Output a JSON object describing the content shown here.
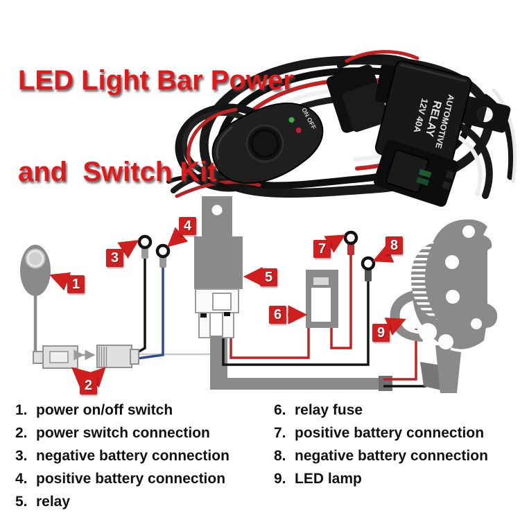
{
  "title": {
    "line1": "LED Light Bar Power",
    "line2": "and  Switch Kit"
  },
  "photo": {
    "relay": [
      "AUTOMOTIVE",
      "RELAY",
      "12V 40A"
    ],
    "switch_text": "ON OFF"
  },
  "diagram": {
    "callouts": [
      "1",
      "2",
      "3",
      "4",
      "5",
      "6",
      "7",
      "8",
      "9"
    ]
  },
  "legend": {
    "left": [
      {
        "num": "1.",
        "label": "power on/off switch"
      },
      {
        "num": "2.",
        "label": "power switch connection"
      },
      {
        "num": "3.",
        "label": "negative battery connection"
      },
      {
        "num": "4.",
        "label": "positive battery connection"
      },
      {
        "num": "5.",
        "label": "relay"
      }
    ],
    "right": [
      {
        "num": "6.",
        "label": "relay fuse"
      },
      {
        "num": "7.",
        "label": "positive battery connection"
      },
      {
        "num": "8.",
        "label": "negative battery connection"
      },
      {
        "num": "9.",
        "label": "LED lamp"
      }
    ]
  },
  "colors": {
    "title_red": "#e01a1a",
    "callout_red": "#cf1f1f",
    "diagram_gray": "#8a8a8a",
    "wire_red": "#c42222",
    "wire_black": "#141414",
    "wire_blue": "#2a4b8f"
  }
}
